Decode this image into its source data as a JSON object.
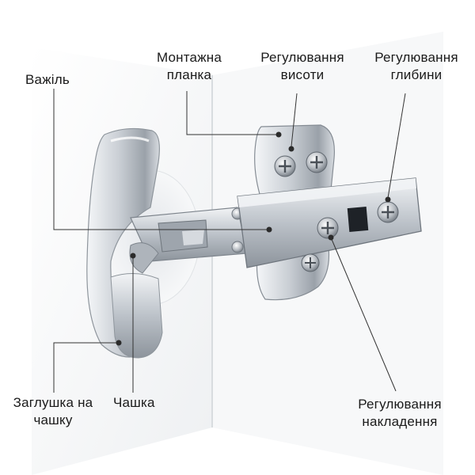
{
  "labels": {
    "lever": "Важіль",
    "mounting_plate": [
      "Монтажна",
      "планка"
    ],
    "height_adjustment": [
      "Регулювання",
      "висоти"
    ],
    "depth_adjustment": [
      "Регулювання",
      "глибини"
    ],
    "cup_cap": [
      "Заглушка на",
      "чашку"
    ],
    "cup": "Чашка",
    "overlay_adjustment": [
      "Регулювання",
      "накладення"
    ]
  },
  "colors": {
    "background": "#ffffff",
    "metal_light": "#e9ecef",
    "metal_mid": "#b9bfc6",
    "metal_dark": "#7d848c",
    "leader_line": "#333333",
    "dot": "#2b2b2b"
  }
}
